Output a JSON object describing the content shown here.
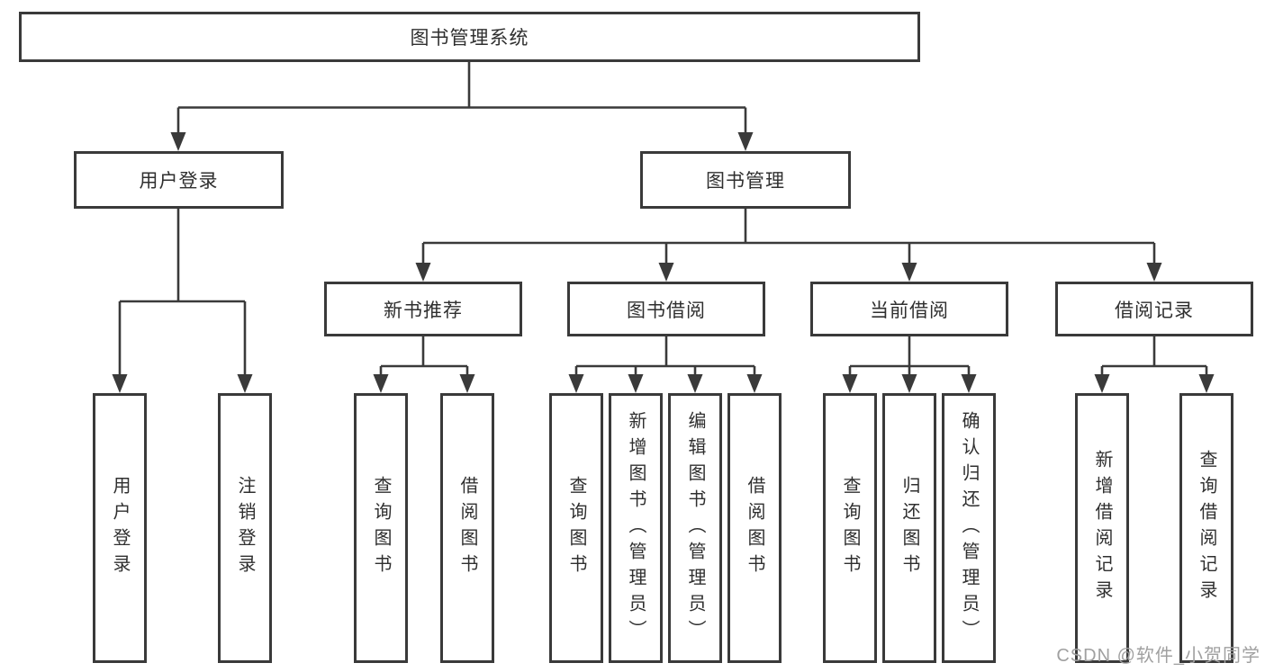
{
  "tree": {
    "label": "图书管理系统",
    "children": [
      {
        "label": "用户登录",
        "children": [
          {
            "label": "用户登录"
          },
          {
            "label": "注销登录"
          }
        ]
      },
      {
        "label": "图书管理",
        "children": [
          {
            "label": "新书推荐",
            "children": [
              {
                "label": "查询图书"
              },
              {
                "label": "借阅图书"
              }
            ]
          },
          {
            "label": "图书借阅",
            "children": [
              {
                "label": "查询图书"
              },
              {
                "label": "新增图书（管理员）"
              },
              {
                "label": "编辑图书（管理员）"
              },
              {
                "label": "借阅图书"
              }
            ]
          },
          {
            "label": "当前借阅",
            "children": [
              {
                "label": "查询图书"
              },
              {
                "label": "归还图书"
              },
              {
                "label": "确认归还（管理员）"
              }
            ]
          },
          {
            "label": "借阅记录",
            "children": [
              {
                "label": "新增借阅记录"
              },
              {
                "label": "查询借阅记录"
              }
            ]
          }
        ]
      }
    ]
  },
  "watermark": {
    "text": "CSDN @软件_小贺同学"
  },
  "colors": {
    "line": "#3a3a3a",
    "text": "#2f2f2f",
    "watermark": "#a0a0a0",
    "background": "#ffffff"
  }
}
